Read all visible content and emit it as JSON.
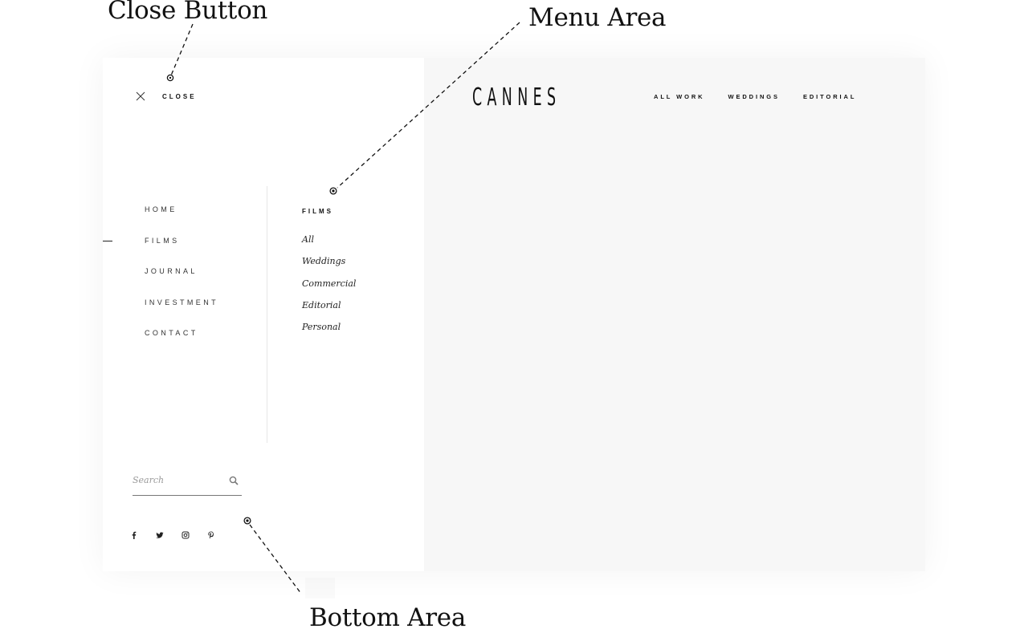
{
  "annotations": {
    "close_button": "Close Button",
    "menu_area": "Menu Area",
    "bottom_area": "Bottom Area"
  },
  "panel": {
    "close_label": "CLOSE",
    "primary_nav": [
      "HOME",
      "FILMS",
      "JOURNAL",
      "INVESTMENT",
      "CONTACT"
    ],
    "active_item": "FILMS",
    "submenu_title": "FILMS",
    "submenu_items": [
      "All",
      "Weddings",
      "Commercial",
      "Editorial",
      "Personal"
    ],
    "search_placeholder": "Search",
    "social_icons": [
      "facebook-icon",
      "twitter-icon",
      "instagram-icon",
      "pinterest-icon"
    ]
  },
  "header": {
    "logo": "CANNES",
    "nav": [
      "ALL WORK",
      "WEDDINGS",
      "EDITORIAL"
    ]
  }
}
